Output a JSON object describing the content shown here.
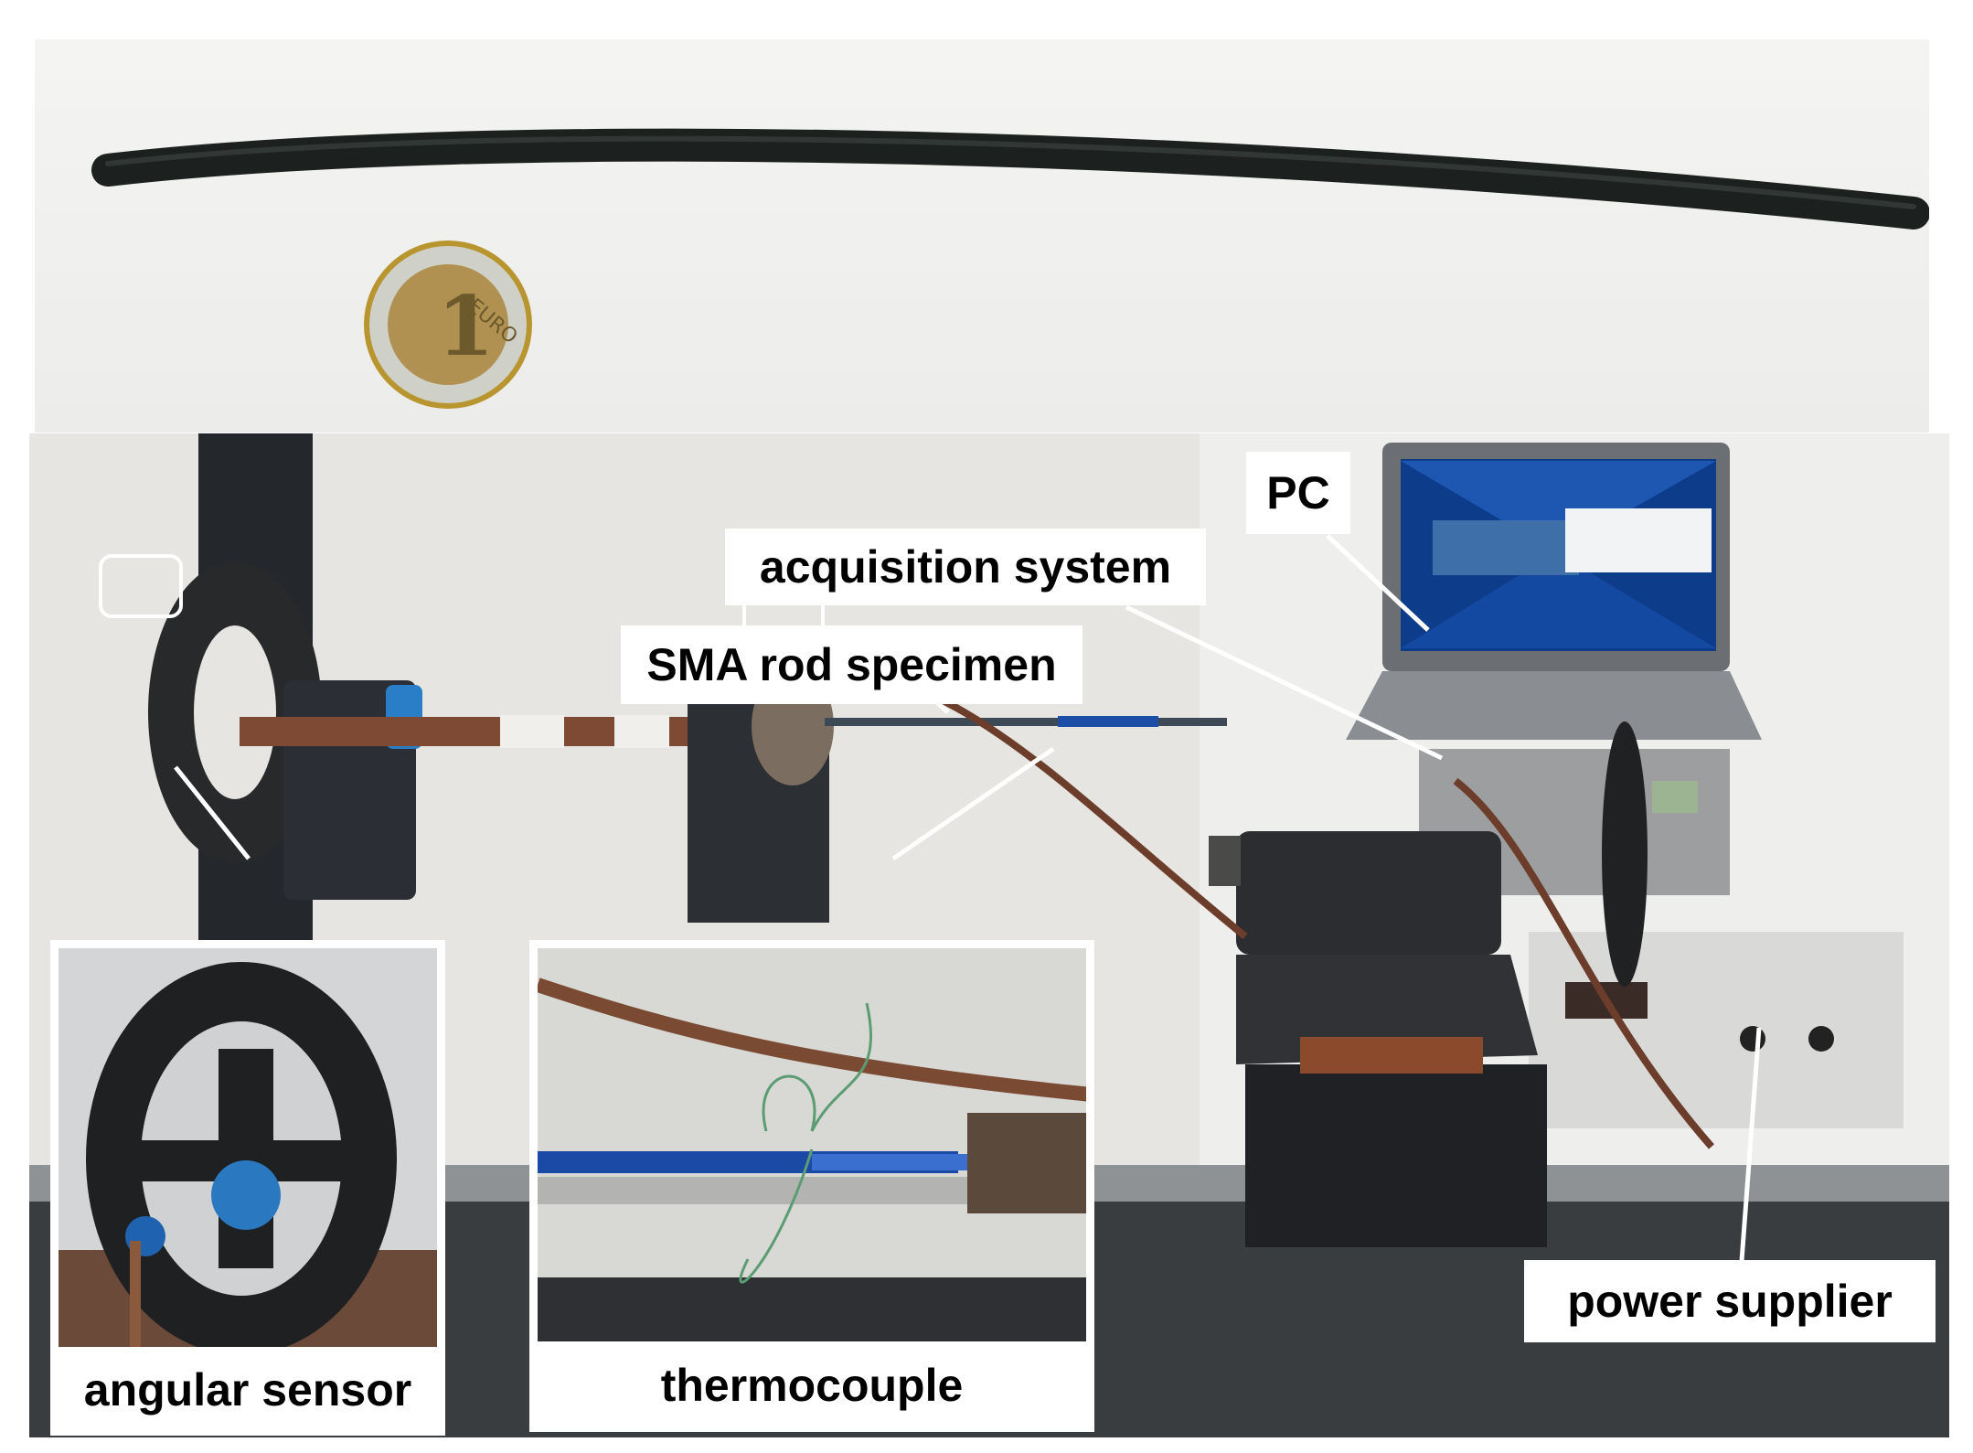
{
  "labels": {
    "pc": "PC",
    "acquisition": "acquisition system",
    "sma_rod": "SMA rod specimen",
    "power": "power supplier"
  },
  "insets": {
    "angular": "angular sensor",
    "thermocouple": "thermocouple"
  },
  "colors": {
    "label_bg": "#ffffff",
    "label_text": "#000000",
    "rod": "#1f2421",
    "wall": "#e9e7e3"
  }
}
